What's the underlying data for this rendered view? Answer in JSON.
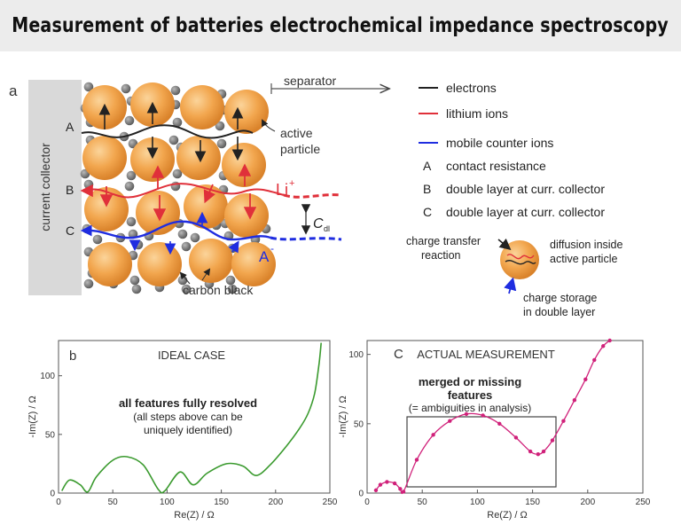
{
  "title": "Measurement of batteries electrochemical impedance spectroscopy",
  "panel_a": {
    "label": "a",
    "collector_label": "current collector",
    "separator_label": "separator",
    "active_particle_label": [
      "active",
      "particle"
    ],
    "carbon_black_label": "carbon black",
    "li_label": "Li",
    "li_sup": "+",
    "anion_label": "A",
    "anion_sup": "-",
    "cdl_label": "C",
    "cdl_sub": "dl",
    "point_labels": [
      "A",
      "B",
      "C"
    ],
    "legend": [
      {
        "text": "electrons",
        "color": "#222222"
      },
      {
        "text": "lithium ions",
        "color": "#e0303a"
      },
      {
        "text": "mobile counter ions",
        "color": "#1f2de0"
      }
    ],
    "key": [
      {
        "letter": "A",
        "text": "contact resistance"
      },
      {
        "letter": "B",
        "text": "double layer at curr. collector"
      },
      {
        "letter": "C",
        "text": "double layer at curr. collector"
      }
    ],
    "inset": {
      "charge_transfer": [
        "charge transfer",
        "reaction"
      ],
      "diffusion": [
        "diffusion inside",
        "active particle"
      ],
      "storage": [
        "charge storage",
        "in double layer"
      ]
    }
  },
  "chart_data": [
    {
      "type": "line",
      "panel": "b",
      "title": "IDEAL CASE",
      "xlabel": "Re(Z) / Ω",
      "ylabel": "-Im(Z) / Ω",
      "xlim": [
        0,
        250
      ],
      "ylim": [
        0,
        130
      ],
      "xticks": [
        0,
        50,
        100,
        150,
        200,
        250
      ],
      "yticks": [
        0,
        50,
        100
      ],
      "color": "#3a9a2e",
      "annotation": [
        "all features fully resolved",
        "(all steps above can be",
        "uniquely identified)"
      ],
      "series": [
        {
          "x": [
            3,
            10,
            20,
            27,
            35,
            50,
            63,
            78,
            92,
            98,
            112,
            124,
            137,
            155,
            170,
            182,
            195,
            210,
            222,
            230,
            236,
            240,
            242
          ],
          "values": [
            2,
            11,
            7,
            1,
            14,
            28,
            31,
            24,
            3,
            2,
            18,
            7,
            17,
            25,
            23,
            15,
            24,
            40,
            55,
            68,
            85,
            110,
            128
          ]
        }
      ]
    },
    {
      "type": "line",
      "panel": "c",
      "title": "ACTUAL MEASUREMENT",
      "xlabel": "Re(Z) / Ω",
      "ylabel": "-Im(Z) / Ω",
      "xlim": [
        0,
        250
      ],
      "ylim": [
        0,
        110
      ],
      "xticks": [
        0,
        50,
        100,
        150,
        200,
        250
      ],
      "yticks": [
        0,
        50,
        100
      ],
      "color": "#d0217a",
      "annotation": [
        "merged or missing",
        "features",
        "(= ambiguities in analysis)"
      ],
      "series": [
        {
          "x": [
            8,
            12,
            18,
            25,
            30,
            33,
            45,
            60,
            75,
            90,
            105,
            120,
            135,
            148,
            155,
            160,
            168,
            178,
            188,
            198,
            206,
            214,
            220
          ],
          "values": [
            2,
            6,
            8,
            7,
            3,
            1,
            24,
            42,
            52,
            57,
            56,
            50,
            40,
            30,
            28,
            30,
            38,
            52,
            67,
            82,
            96,
            106,
            110
          ]
        }
      ]
    }
  ]
}
